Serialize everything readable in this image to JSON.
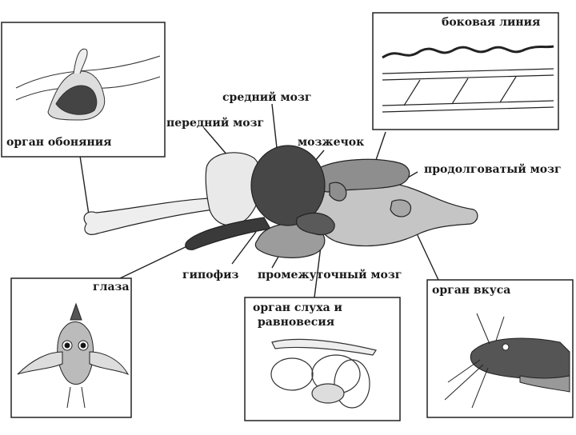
{
  "labels": {
    "lateral_line": "боковая линия",
    "olfactory": "орган обоняния",
    "midbrain": "средний мозг",
    "forebrain": "передний мозг",
    "cerebellum": "мозжечок",
    "medulla": "продолговатый мозг",
    "eyes": "глаза",
    "pituitary": "гипофиз",
    "diencephalon": "промежуточный мозг",
    "taste": "орган вкуса",
    "hearing": "орган слуха и",
    "hearing2": "равновесия"
  },
  "colors": {
    "forebrain": "#e9e9e9",
    "midbrain": "#474747",
    "hindbrain": "#9c9c9c",
    "medulla": "#c5c5c5",
    "outline": "#222222"
  }
}
